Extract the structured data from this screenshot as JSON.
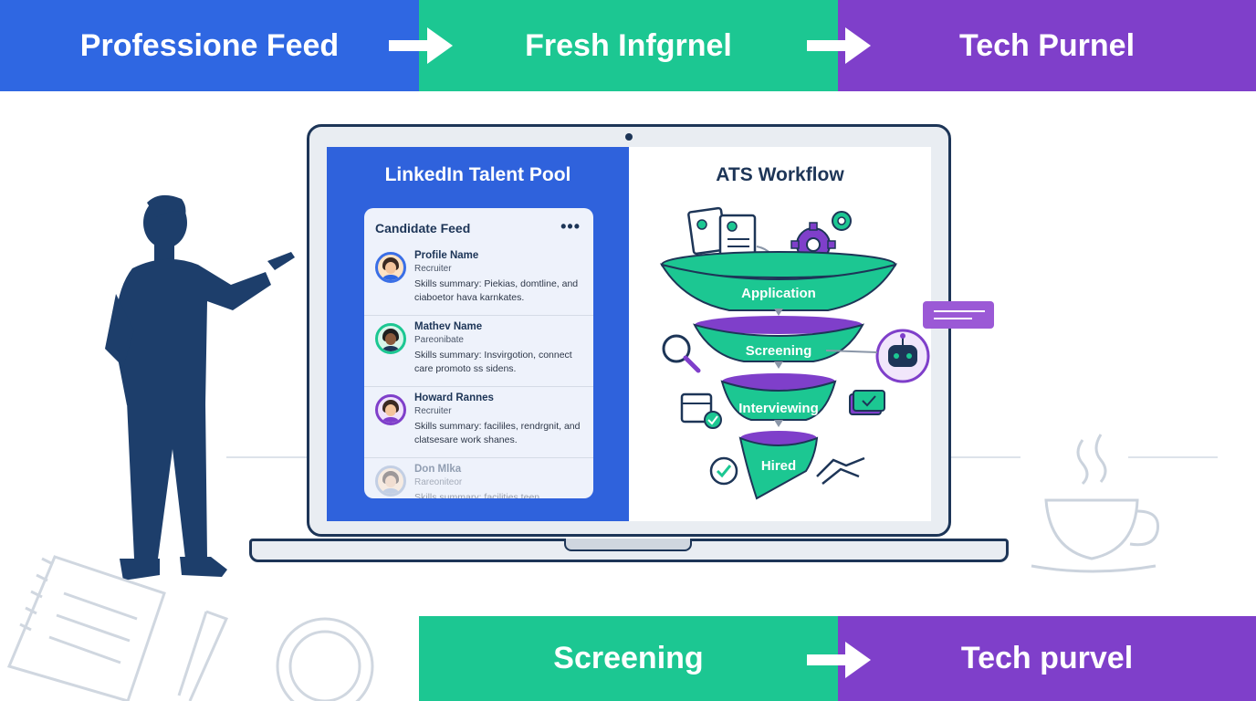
{
  "top_banner": {
    "stages": [
      "Professione Feed",
      "Fresh Infgrnel",
      "Tech Purnel"
    ]
  },
  "bottom_banner": {
    "stages": [
      "Screening",
      "Tech purvel"
    ]
  },
  "linkedin_panel": {
    "title": "LinkedIn Talent Pool",
    "card_title": "Candidate Feed",
    "menu_glyph": "•••",
    "candidates": [
      {
        "name": "Profile Name",
        "role": "Recruiter",
        "summary": "Skills summary: Piekias, domtline, and ciaboetor hava karnkates."
      },
      {
        "name": "Mathev Name",
        "role": "Pareonibate",
        "summary": "Skills summary: Insvirgotion, connect care promoto ss sidens."
      },
      {
        "name": "Howard Rannes",
        "role": "Recruiter",
        "summary": "Skills summary: facililes, rendrgnit, and clatsesare work shanes."
      },
      {
        "name": "Don Mlka",
        "role": "Rareoniteor",
        "summary": "Skills summary: facilities teen"
      }
    ]
  },
  "ats_panel": {
    "title": "ATS Workflow",
    "stages": [
      "Application",
      "Screening",
      "Interviewing",
      "Hired"
    ]
  },
  "colors": {
    "blue": "#2f67e2",
    "green": "#1cc792",
    "purple": "#7f3fca",
    "navy": "#1d3557"
  }
}
